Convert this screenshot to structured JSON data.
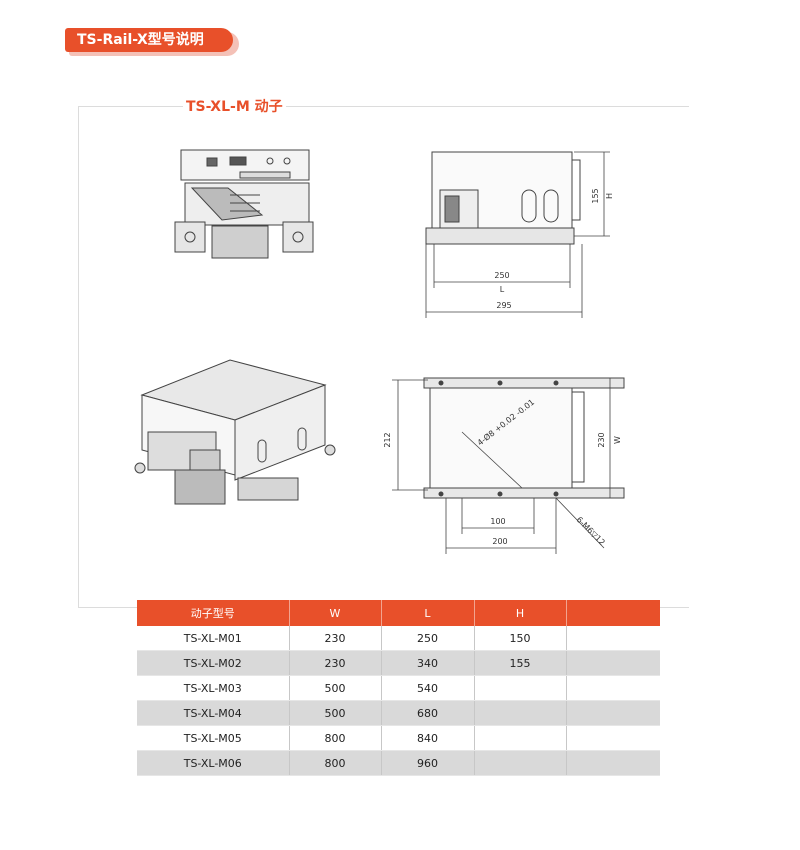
{
  "header": {
    "tag_label": "TS-Rail-X型号说明"
  },
  "section": {
    "title": "TS-XL-M 动子"
  },
  "drawing": {
    "side_view": {
      "dim_250": "250",
      "dim_L": "L",
      "dim_295": "295",
      "dim_155": "155",
      "dim_H": "H"
    },
    "top_view": {
      "dim_100": "100",
      "dim_200": "200",
      "dim_212": "212",
      "dim_230": "230",
      "dim_W": "W",
      "note_hole": "4-Ø8 +0.02 -0.01",
      "note_thread": "6-M6▽12"
    }
  },
  "table": {
    "headers": [
      "动子型号",
      "W",
      "L",
      "H",
      ""
    ],
    "rows": [
      [
        "TS-XL-M01",
        "230",
        "250",
        "150",
        ""
      ],
      [
        "TS-XL-M02",
        "230",
        "340",
        "155",
        ""
      ],
      [
        "TS-XL-M03",
        "500",
        "540",
        "",
        ""
      ],
      [
        "TS-XL-M04",
        "500",
        "680",
        "",
        ""
      ],
      [
        "TS-XL-M05",
        "800",
        "840",
        "",
        ""
      ],
      [
        "TS-XL-M06",
        "800",
        "960",
        "",
        ""
      ]
    ]
  },
  "colors": {
    "accent": "#e8502a",
    "accent_light": "#f4c1b7",
    "row_alt": "#d9d9d9"
  }
}
